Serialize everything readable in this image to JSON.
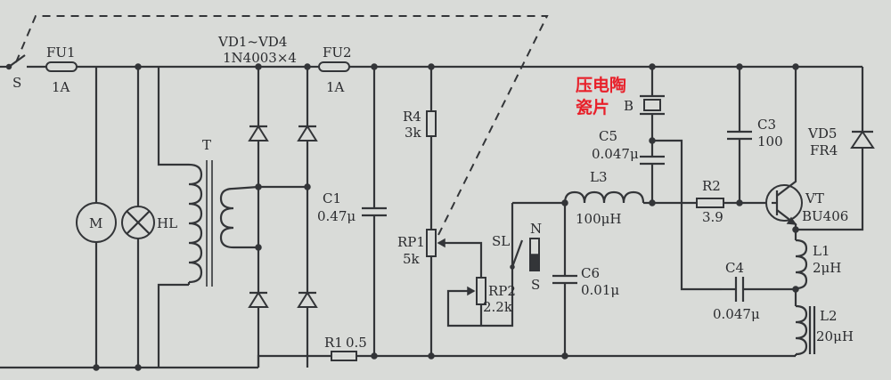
{
  "labels": {
    "S": "S",
    "FU1": "FU1",
    "FU1_val": "1A",
    "M": "M",
    "HL": "HL",
    "T": "T",
    "VD_range": "VD1~VD4",
    "VD_type": "1N4003×4",
    "FU2": "FU2",
    "FU2_val": "1A",
    "C1": "C1",
    "C1_val": "0.47μ",
    "R4": "R4",
    "R4_val": "3k",
    "RP1": "RP1",
    "RP1_val": "5k",
    "RP2": "RP2",
    "RP2_val": "2.2k",
    "R1": "R1",
    "R1_val": "0.5",
    "SL": "SL",
    "N": "N",
    "Spole": "S",
    "C6": "C6",
    "C6_val": "0.01μ",
    "L3": "L3",
    "L3_val": "100μH",
    "C5": "C5",
    "C5_val": "0.047μ",
    "B": "B",
    "piezo_line1": "压电陶",
    "piezo_line2": "瓷片",
    "C3": "C3",
    "C3_val": "100",
    "VD5": "VD5",
    "VD5_type": "FR4",
    "R2": "R2",
    "R2_val": "3.9",
    "VT": "VT",
    "VT_type": "BU406",
    "L1": "L1",
    "L1_val": "2μH",
    "C4": "C4",
    "C4_val": "0.047μ",
    "L2": "L2",
    "L2_val": "20μH"
  },
  "colors": {
    "background": "#d9dbd8",
    "ink": "#333538",
    "highlight": "#e8202a"
  }
}
